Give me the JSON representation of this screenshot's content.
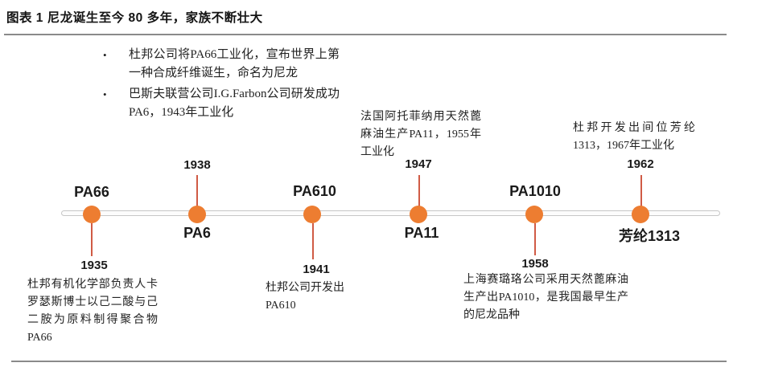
{
  "title": "图表 1 尼龙诞生至今 80 多年，家族不断壮大",
  "colors": {
    "dot": "#ED7D31",
    "connector": "#D05B45",
    "axis_border": "#C6C6C6",
    "rule": "#8A8A8A",
    "text": "#232323"
  },
  "events": [
    {
      "label": "PA66",
      "year": "1935",
      "note": "杜邦有机化学部负责人卡罗瑟斯博士以己二酸与己二胺为原料制得聚合物PA66"
    },
    {
      "label": "PA6",
      "year": "1938",
      "bullets": [
        "杜邦公司将PA66工业化，宣布世界上第一种合成纤维诞生，命名为尼龙",
        "巴斯夫联营公司I.G.Farbon公司研发成功PA6，1943年工业化"
      ]
    },
    {
      "label": "PA610",
      "year": "1941",
      "note": "杜邦公司开发出PA610"
    },
    {
      "label": "PA11",
      "year": "1947",
      "note": "法国阿托菲纳用天然蓖麻油生产PA11，1955年工业化"
    },
    {
      "label": "PA1010",
      "year": "1958",
      "note": "上海赛璐珞公司采用天然蓖麻油生产出PA1010，是我国最早生产的尼龙品种"
    },
    {
      "label": "芳纶1313",
      "year": "1962",
      "note": "杜邦开发出间位芳纶1313，1967年工业化"
    }
  ]
}
